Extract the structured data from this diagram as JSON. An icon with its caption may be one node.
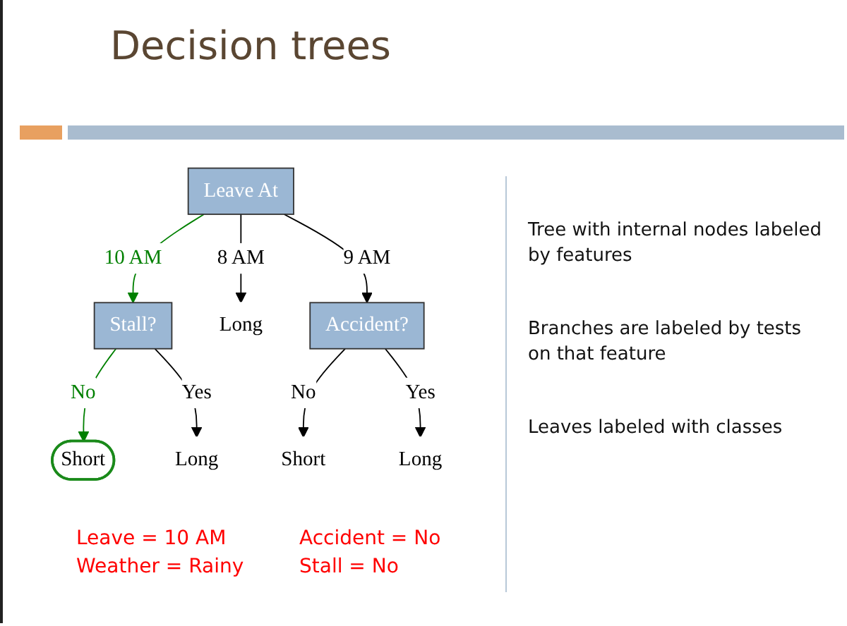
{
  "diagram": {
    "title": "Decision trees",
    "nodes": [
      {
        "text": [
          "Leave At"
        ]
      },
      {
        "text": [
          "Stall?"
        ]
      },
      {
        "text": [
          "Long"
        ]
      },
      {
        "text": [
          "Accident?"
        ]
      },
      {
        "text": [
          "Short"
        ]
      },
      {
        "text": [
          "Long"
        ]
      },
      {
        "text": [
          "Short"
        ]
      },
      {
        "text": [
          "Long"
        ]
      }
    ],
    "edges": [
      {
        "from": 0,
        "to": 1,
        "arrow": "to",
        "label": "10 AM",
        "color": "#008000"
      },
      {
        "from": 0,
        "to": 2,
        "arrow": "to",
        "label": "8 AM"
      },
      {
        "from": 0,
        "to": 3,
        "arrow": "to",
        "label": "9 AM"
      },
      {
        "from": 1,
        "to": 4,
        "arrow": "to",
        "label": "No",
        "color": "#008000"
      },
      {
        "from": 1,
        "to": 5,
        "arrow": "to",
        "label": "Yes"
      },
      {
        "from": 3,
        "to": 6,
        "arrow": "to",
        "label": "No"
      },
      {
        "from": 3,
        "to": 7,
        "arrow": "to",
        "label": "Yes"
      }
    ],
    "labels": [
      "Tree with internal nodes labeled by features",
      "Branches are labeled by tests on that feature",
      "Leaves labeled with classes",
      "Leave = 10 AM",
      "Accident = No",
      "Weather = Rainy",
      "Stall = No"
    ]
  }
}
